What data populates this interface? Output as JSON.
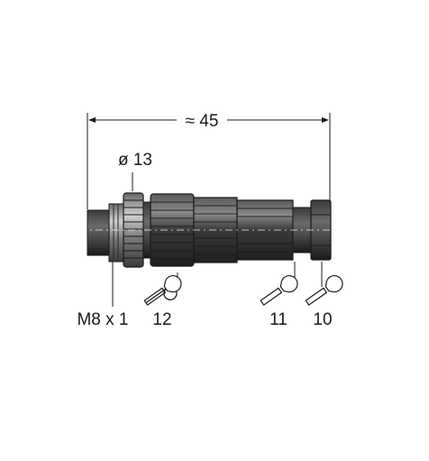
{
  "dimensions": {
    "overall_length": "≈ 45",
    "diameter": "ø 13",
    "thread": "M8 x 1"
  },
  "wrench_sizes": [
    "12",
    "11",
    "10"
  ],
  "colors": {
    "line": "#1a1a1a",
    "body_dark": "#2b2b2b",
    "body_mid": "#4a4a4a",
    "body_light": "#7a7a7a",
    "highlight": "#bdbdbd"
  }
}
